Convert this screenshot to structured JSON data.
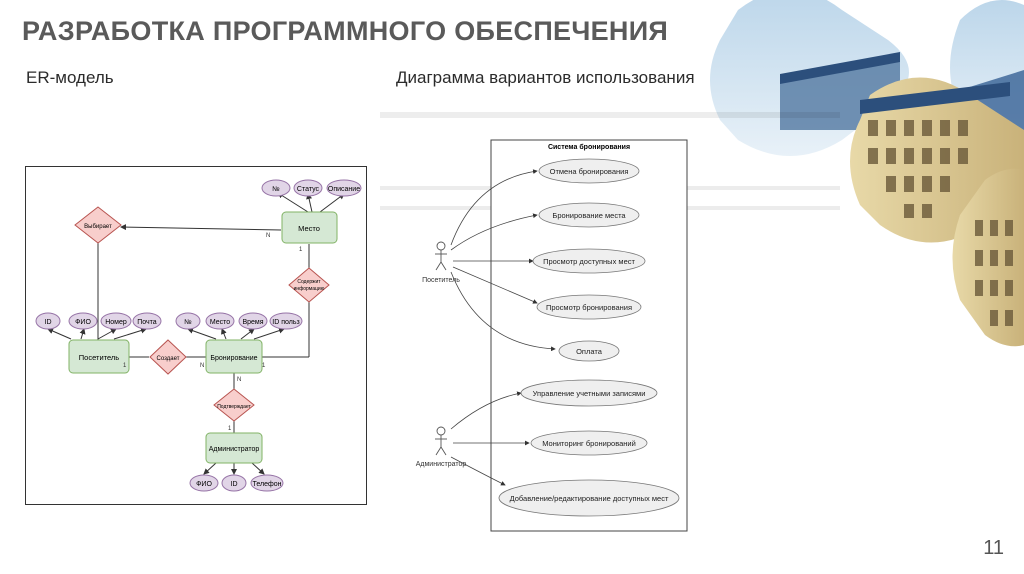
{
  "slide": {
    "title": "РАЗРАБОТКА ПРОГРАММНОГО ОБЕСПЕЧЕНИЯ",
    "er_heading": "ER-модель",
    "usecase_heading": "Диаграмма вариантов использования",
    "page_number": "11"
  },
  "er": {
    "entities": {
      "mesto": "Место",
      "posetitel": "Посетитель",
      "bronirovanie": "Бронирование",
      "administrator": "Администратор"
    },
    "relations": {
      "vybiraet": "Выбирает",
      "soderzhit_1": "Содержит",
      "soderzhit_2": "информацию",
      "sozdaet": "Создает",
      "podtverzhdaet": "Подтверждает"
    },
    "attributes": {
      "mesto": [
        "№",
        "Статус",
        "Описание"
      ],
      "posetitel": [
        "ID",
        "ФИО",
        "Номер",
        "Почта"
      ],
      "bronirovanie": [
        "№",
        "Место",
        "Время",
        "ID польз"
      ],
      "administrator": [
        "ФИО",
        "ID",
        "Телефон"
      ]
    },
    "cardinality": {
      "n": "N",
      "one": "1"
    }
  },
  "usecase": {
    "system_title": "Система бронирования",
    "actors": {
      "visitor": "Посетитель",
      "admin": "Администратор"
    },
    "cases": {
      "cancel": "Отмена бронирования",
      "book": "Бронирование места",
      "view_places": "Просмотр доступных мест",
      "view_bookings": "Просмотр бронирования",
      "payment": "Оплата",
      "accounts": "Управление учетными записями",
      "monitoring": "Мониторинг бронирований",
      "add_edit": "Добавление/редактирование доступных мест"
    }
  },
  "colors": {
    "entity_fill": "#d5e8d4",
    "entity_stroke": "#82b366",
    "relation_fill": "#f8cecc",
    "relation_stroke": "#b85450",
    "attribute_fill": "#e1d5e7",
    "attribute_stroke": "#9673a6",
    "title_text": "#5a5a5a"
  }
}
